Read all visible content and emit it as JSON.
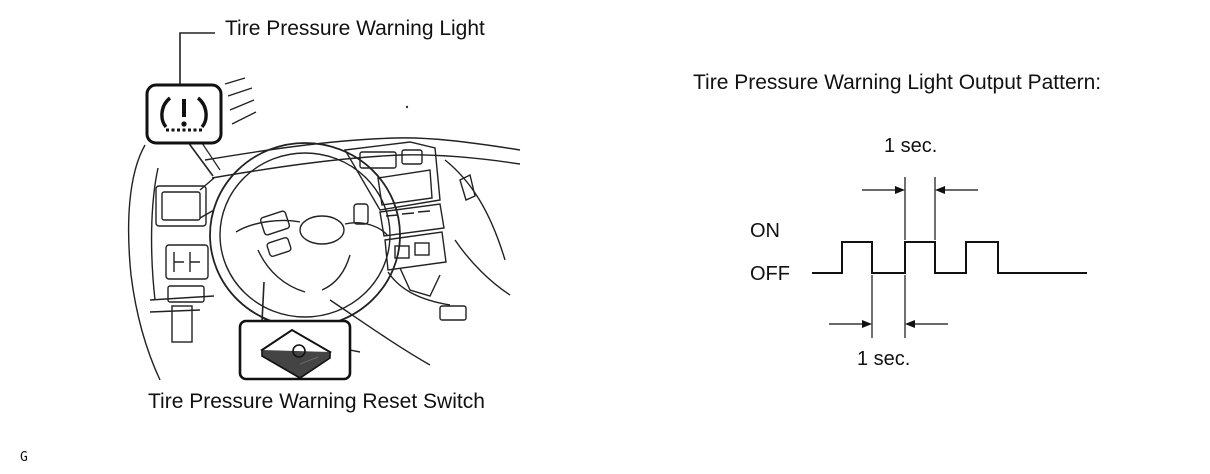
{
  "left_diagram": {
    "warning_light_label": "Tire Pressure Warning Light",
    "reset_switch_label": "Tire Pressure Warning Reset Switch"
  },
  "right_diagram": {
    "title": "Tire Pressure Warning Light Output Pattern:",
    "on_label": "ON",
    "off_label": "OFF",
    "top_interval_label": "1 sec.",
    "bottom_interval_label": "1 sec.",
    "pattern": [
      "OFF",
      "ON",
      "OFF",
      "ON",
      "OFF",
      "ON",
      "OFF"
    ]
  },
  "corner_mark": "G"
}
